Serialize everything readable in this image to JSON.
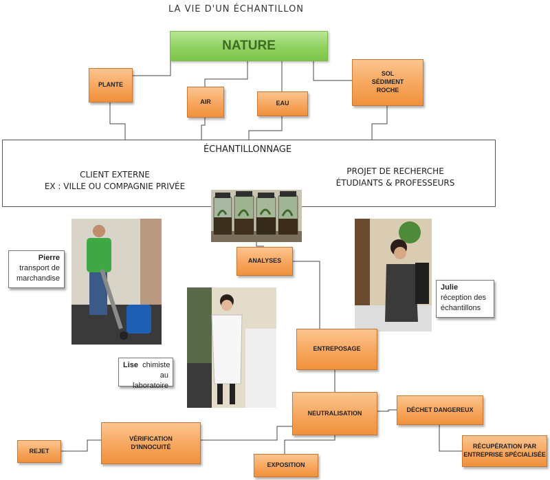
{
  "title": "LA VIE D'UN ÉCHANTILLON",
  "nature": "NATURE",
  "sources": {
    "plante": "PLANTE",
    "air": "AIR",
    "eau": "EAU",
    "sol": "SOL\nSÉDIMENT\nROCHE"
  },
  "echantillonnage": {
    "title": "ÉCHANTILLONNAGE",
    "left": "CLIENT EXTERNE\nEX : VILLE OU COMPAGNIE PRIVÉE",
    "right": "PROJET DE RECHERCHE\nÉTUDIANTS & PROFESSEURS"
  },
  "steps": {
    "analyses": "ANALYSES",
    "entreposage": "ENTREPOSAGE",
    "neutralisation": "NEUTRALISATION",
    "dechet": "DÉCHET DANGEREUX",
    "recuperation": "RÉCUPÉRATION PAR\nENTREPRISE SPÉCIALISÉE",
    "verification": "VÉRIFICATION\nD'INNOCUITÉ",
    "rejet": "REJET",
    "exposition": "EXPOSITION"
  },
  "people": {
    "pierre": {
      "name": "Pierre",
      "role_1": "transport de",
      "role_2": "marchandise"
    },
    "julie": {
      "name": "Julie",
      "role_1": "réception des",
      "role_2": "échantillons"
    },
    "lise": {
      "name": "Lise",
      "role_1": "chimiste",
      "role_2": "au laboratoire"
    }
  },
  "colors": {
    "orange": "#f6a359",
    "green": "#8fd160"
  }
}
